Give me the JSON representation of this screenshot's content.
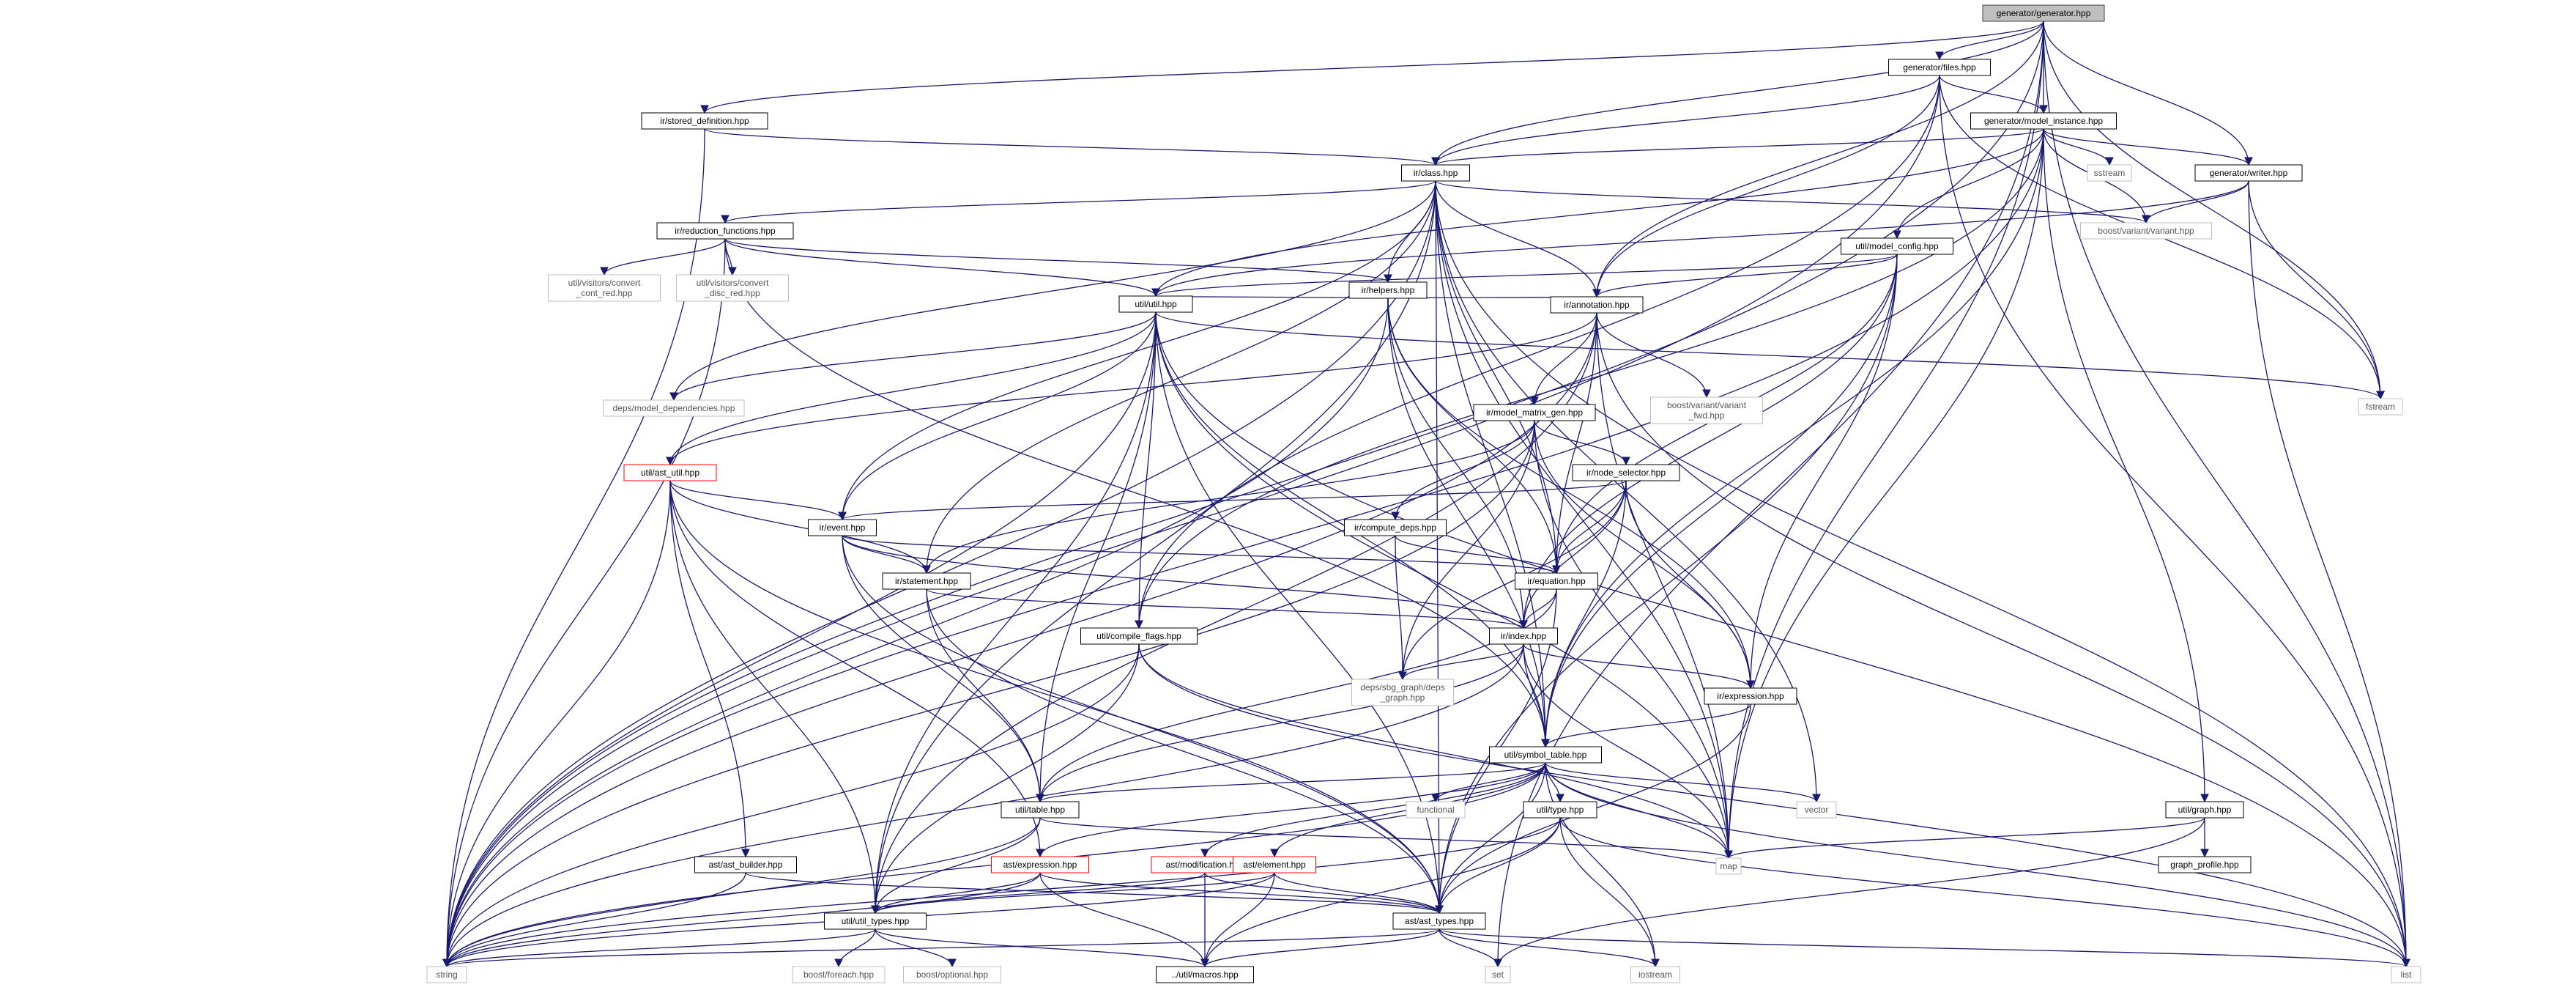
{
  "diagram": {
    "colors": {
      "edge": "#191970",
      "root_fill": "#bfbfbf",
      "root_border": "#404040",
      "node_fill": "#ffffff",
      "node_border": "#000000",
      "missing_border": "#ff0000",
      "external_border": "#bfbfbf"
    },
    "nodes": [
      {
        "id": "root",
        "label": "generator/generator.hpp",
        "kind": "root"
      },
      {
        "id": "files",
        "label": "generator/files.hpp",
        "kind": "doc"
      },
      {
        "id": "stored",
        "label": "ir/stored_definition.hpp",
        "kind": "doc"
      },
      {
        "id": "model_instance",
        "label": "generator/model_instance.hpp",
        "kind": "doc"
      },
      {
        "id": "sstream",
        "label": "sstream",
        "kind": "ext"
      },
      {
        "id": "writer",
        "label": "generator/writer.hpp",
        "kind": "doc"
      },
      {
        "id": "class",
        "label": "ir/class.hpp",
        "kind": "doc"
      },
      {
        "id": "variant",
        "label": "boost/variant/variant.hpp",
        "kind": "ext"
      },
      {
        "id": "reduction",
        "label": "ir/reduction_functions.hpp",
        "kind": "doc"
      },
      {
        "id": "conv_cont",
        "label": [
          "util/visitors/convert",
          "_cont_red.hpp"
        ],
        "kind": "ext"
      },
      {
        "id": "conv_disc",
        "label": [
          "util/visitors/convert",
          "_disc_red.hpp"
        ],
        "kind": "ext"
      },
      {
        "id": "helpers",
        "label": "ir/helpers.hpp",
        "kind": "doc"
      },
      {
        "id": "model_config",
        "label": "util/model_config.hpp",
        "kind": "doc"
      },
      {
        "id": "util",
        "label": "util/util.hpp",
        "kind": "doc"
      },
      {
        "id": "annotation",
        "label": "ir/annotation.hpp",
        "kind": "doc"
      },
      {
        "id": "fstream",
        "label": "fstream",
        "kind": "ext"
      },
      {
        "id": "model_deps",
        "label": "deps/model_dependencies.hpp",
        "kind": "ext"
      },
      {
        "id": "variant_fwd",
        "label": [
          "boost/variant/variant",
          "_fwd.hpp"
        ],
        "kind": "ext"
      },
      {
        "id": "model_matrix",
        "label": "ir/model_matrix_gen.hpp",
        "kind": "doc"
      },
      {
        "id": "ast_util",
        "label": "util/ast_util.hpp",
        "kind": "missing"
      },
      {
        "id": "node_selector",
        "label": "ir/node_selector.hpp",
        "kind": "doc"
      },
      {
        "id": "event",
        "label": "ir/event.hpp",
        "kind": "doc"
      },
      {
        "id": "compute_deps",
        "label": "ir/compute_deps.hpp",
        "kind": "doc"
      },
      {
        "id": "equation",
        "label": "ir/equation.hpp",
        "kind": "doc"
      },
      {
        "id": "statement",
        "label": "ir/statement.hpp",
        "kind": "doc"
      },
      {
        "id": "compile_flags",
        "label": "util/compile_flags.hpp",
        "kind": "doc"
      },
      {
        "id": "index",
        "label": "ir/index.hpp",
        "kind": "doc"
      },
      {
        "id": "sbg_graph",
        "label": [
          "deps/sbg_graph/deps",
          "_graph.hpp"
        ],
        "kind": "ext"
      },
      {
        "id": "expression_ir",
        "label": "ir/expression.hpp",
        "kind": "doc"
      },
      {
        "id": "symbol_table",
        "label": "util/symbol_table.hpp",
        "kind": "doc"
      },
      {
        "id": "table",
        "label": "util/table.hpp",
        "kind": "doc"
      },
      {
        "id": "functional",
        "label": "functional",
        "kind": "ext"
      },
      {
        "id": "type",
        "label": "util/type.hpp",
        "kind": "doc"
      },
      {
        "id": "vector",
        "label": "vector",
        "kind": "ext"
      },
      {
        "id": "graph",
        "label": "util/graph.hpp",
        "kind": "doc"
      },
      {
        "id": "ast_builder",
        "label": "ast/ast_builder.hpp",
        "kind": "doc"
      },
      {
        "id": "ast_expression",
        "label": "ast/expression.hpp",
        "kind": "missing"
      },
      {
        "id": "ast_modification",
        "label": "ast/modification.hpp",
        "kind": "missing"
      },
      {
        "id": "ast_element",
        "label": "ast/element.hpp",
        "kind": "missing"
      },
      {
        "id": "map",
        "label": "map",
        "kind": "ext"
      },
      {
        "id": "graph_profile",
        "label": "graph_profile.hpp",
        "kind": "doc"
      },
      {
        "id": "util_types",
        "label": "util/util_types.hpp",
        "kind": "doc"
      },
      {
        "id": "ast_types",
        "label": "ast/ast_types.hpp",
        "kind": "doc"
      },
      {
        "id": "string",
        "label": "string",
        "kind": "ext"
      },
      {
        "id": "foreach",
        "label": "boost/foreach.hpp",
        "kind": "ext"
      },
      {
        "id": "optional",
        "label": "boost/optional.hpp",
        "kind": "ext"
      },
      {
        "id": "macros",
        "label": "../util/macros.hpp",
        "kind": "doc"
      },
      {
        "id": "set",
        "label": "set",
        "kind": "ext"
      },
      {
        "id": "iostream",
        "label": "iostream",
        "kind": "ext"
      },
      {
        "id": "list",
        "label": "list",
        "kind": "ext"
      }
    ],
    "edges": [
      [
        "root",
        "files"
      ],
      [
        "root",
        "stored"
      ],
      [
        "root",
        "model_instance"
      ],
      [
        "root",
        "writer"
      ],
      [
        "root",
        "class"
      ],
      [
        "root",
        "annotation"
      ],
      [
        "root",
        "fstream"
      ],
      [
        "root",
        "map"
      ],
      [
        "root",
        "string"
      ],
      [
        "root",
        "list"
      ],
      [
        "root",
        "set"
      ],
      [
        "files",
        "model_instance"
      ],
      [
        "files",
        "class"
      ],
      [
        "files",
        "annotation"
      ],
      [
        "files",
        "compile_flags"
      ],
      [
        "files",
        "fstream"
      ],
      [
        "files",
        "string"
      ],
      [
        "files",
        "list"
      ],
      [
        "stored",
        "class"
      ],
      [
        "stored",
        "string"
      ],
      [
        "model_instance",
        "class"
      ],
      [
        "model_instance",
        "sstream"
      ],
      [
        "model_instance",
        "writer"
      ],
      [
        "model_instance",
        "variant"
      ],
      [
        "model_instance",
        "model_config"
      ],
      [
        "model_instance",
        "util"
      ],
      [
        "model_instance",
        "symbol_table"
      ],
      [
        "model_instance",
        "map"
      ],
      [
        "model_instance",
        "graph"
      ],
      [
        "model_instance",
        "string"
      ],
      [
        "model_instance",
        "compile_flags"
      ],
      [
        "writer",
        "variant"
      ],
      [
        "writer",
        "fstream"
      ],
      [
        "writer",
        "util"
      ],
      [
        "writer",
        "list"
      ],
      [
        "class",
        "reduction"
      ],
      [
        "class",
        "helpers"
      ],
      [
        "class",
        "annotation"
      ],
      [
        "class",
        "variant"
      ],
      [
        "class",
        "model_deps"
      ],
      [
        "class",
        "event"
      ],
      [
        "class",
        "statement"
      ],
      [
        "class",
        "equation"
      ],
      [
        "class",
        "symbol_table"
      ],
      [
        "class",
        "util_types"
      ],
      [
        "class",
        "string"
      ],
      [
        "class",
        "vector"
      ],
      [
        "class",
        "map"
      ],
      [
        "class",
        "list"
      ],
      [
        "class",
        "ast_types"
      ],
      [
        "reduction",
        "conv_cont"
      ],
      [
        "reduction",
        "conv_disc"
      ],
      [
        "reduction",
        "helpers"
      ],
      [
        "reduction",
        "util"
      ],
      [
        "reduction",
        "string"
      ],
      [
        "reduction",
        "symbol_table"
      ],
      [
        "helpers",
        "util"
      ],
      [
        "helpers",
        "annotation"
      ],
      [
        "helpers",
        "equation"
      ],
      [
        "helpers",
        "index"
      ],
      [
        "helpers",
        "symbol_table"
      ],
      [
        "helpers",
        "expression_ir"
      ],
      [
        "helpers",
        "string"
      ],
      [
        "model_config",
        "util"
      ],
      [
        "model_config",
        "annotation"
      ],
      [
        "model_config",
        "equation"
      ],
      [
        "model_config",
        "index"
      ],
      [
        "model_config",
        "expression_ir"
      ],
      [
        "model_config",
        "symbol_table"
      ],
      [
        "model_config",
        "ast_types"
      ],
      [
        "util",
        "model_deps"
      ],
      [
        "util",
        "fstream"
      ],
      [
        "util",
        "compile_flags"
      ],
      [
        "util",
        "symbol_table"
      ],
      [
        "util",
        "table"
      ],
      [
        "util",
        "util_types"
      ],
      [
        "util",
        "ast_types"
      ],
      [
        "util",
        "string"
      ],
      [
        "util",
        "map"
      ],
      [
        "util",
        "list"
      ],
      [
        "util",
        "ast_util"
      ],
      [
        "util",
        "event"
      ],
      [
        "annotation",
        "variant_fwd"
      ],
      [
        "annotation",
        "model_matrix"
      ],
      [
        "annotation",
        "ast_util"
      ],
      [
        "annotation",
        "equation"
      ],
      [
        "annotation",
        "map"
      ],
      [
        "annotation",
        "list"
      ],
      [
        "annotation",
        "string"
      ],
      [
        "annotation",
        "util_types"
      ],
      [
        "model_matrix",
        "node_selector"
      ],
      [
        "model_matrix",
        "compute_deps"
      ],
      [
        "model_matrix",
        "statement"
      ],
      [
        "model_matrix",
        "sbg_graph"
      ],
      [
        "model_matrix",
        "expression_ir"
      ],
      [
        "model_matrix",
        "string"
      ],
      [
        "model_matrix",
        "map"
      ],
      [
        "ast_util",
        "event"
      ],
      [
        "ast_util",
        "statement"
      ],
      [
        "ast_util",
        "ast_builder"
      ],
      [
        "ast_util",
        "util_types"
      ],
      [
        "ast_util",
        "ast_expression"
      ],
      [
        "ast_util",
        "ast_types"
      ],
      [
        "ast_util",
        "string"
      ],
      [
        "node_selector",
        "event"
      ],
      [
        "node_selector",
        "equation"
      ],
      [
        "node_selector",
        "index"
      ],
      [
        "node_selector",
        "expression_ir"
      ],
      [
        "node_selector",
        "symbol_table"
      ],
      [
        "node_selector",
        "sbg_graph"
      ],
      [
        "event",
        "statement"
      ],
      [
        "event",
        "equation"
      ],
      [
        "event",
        "index"
      ],
      [
        "event",
        "table"
      ],
      [
        "event",
        "ast_types"
      ],
      [
        "compute_deps",
        "equation"
      ],
      [
        "compute_deps",
        "sbg_graph"
      ],
      [
        "equation",
        "index"
      ],
      [
        "equation",
        "table"
      ],
      [
        "equation",
        "ast_types"
      ],
      [
        "statement",
        "index"
      ],
      [
        "statement",
        "table"
      ],
      [
        "statement",
        "ast_types"
      ],
      [
        "compile_flags",
        "util_types"
      ],
      [
        "compile_flags",
        "list"
      ],
      [
        "compile_flags",
        "map"
      ],
      [
        "compile_flags",
        "string"
      ],
      [
        "index",
        "sbg_graph"
      ],
      [
        "index",
        "expression_ir"
      ],
      [
        "index",
        "symbol_table"
      ],
      [
        "index",
        "table"
      ],
      [
        "index",
        "map"
      ],
      [
        "index",
        "string"
      ],
      [
        "expression_ir",
        "symbol_table"
      ],
      [
        "expression_ir",
        "ast_types"
      ],
      [
        "symbol_table",
        "table"
      ],
      [
        "symbol_table",
        "functional"
      ],
      [
        "symbol_table",
        "type"
      ],
      [
        "symbol_table",
        "vector"
      ],
      [
        "symbol_table",
        "map"
      ],
      [
        "symbol_table",
        "ast_expression"
      ],
      [
        "symbol_table",
        "ast_modification"
      ],
      [
        "symbol_table",
        "ast_element"
      ],
      [
        "symbol_table",
        "ast_types"
      ],
      [
        "symbol_table",
        "iostream"
      ],
      [
        "symbol_table",
        "list"
      ],
      [
        "symbol_table",
        "string"
      ],
      [
        "table",
        "map"
      ],
      [
        "table",
        "string"
      ],
      [
        "table",
        "util_types"
      ],
      [
        "type",
        "ast_types"
      ],
      [
        "type",
        "iostream"
      ],
      [
        "type",
        "list"
      ],
      [
        "type",
        "macros"
      ],
      [
        "type",
        "string"
      ],
      [
        "graph",
        "map"
      ],
      [
        "graph",
        "graph_profile"
      ],
      [
        "graph",
        "set"
      ],
      [
        "ast_builder",
        "ast_types"
      ],
      [
        "ast_builder",
        "string"
      ],
      [
        "ast_expression",
        "ast_types"
      ],
      [
        "ast_expression",
        "util_types"
      ],
      [
        "ast_expression",
        "macros"
      ],
      [
        "ast_expression",
        "string"
      ],
      [
        "ast_modification",
        "ast_types"
      ],
      [
        "ast_modification",
        "util_types"
      ],
      [
        "ast_modification",
        "macros"
      ],
      [
        "ast_element",
        "ast_types"
      ],
      [
        "ast_element",
        "util_types"
      ],
      [
        "ast_element",
        "macros"
      ],
      [
        "ast_element",
        "string"
      ],
      [
        "util_types",
        "string"
      ],
      [
        "util_types",
        "foreach"
      ],
      [
        "util_types",
        "optional"
      ],
      [
        "util_types",
        "macros"
      ],
      [
        "ast_types",
        "macros"
      ],
      [
        "ast_types",
        "string"
      ],
      [
        "ast_types",
        "set"
      ],
      [
        "ast_types",
        "iostream"
      ],
      [
        "ast_types",
        "list"
      ]
    ]
  }
}
